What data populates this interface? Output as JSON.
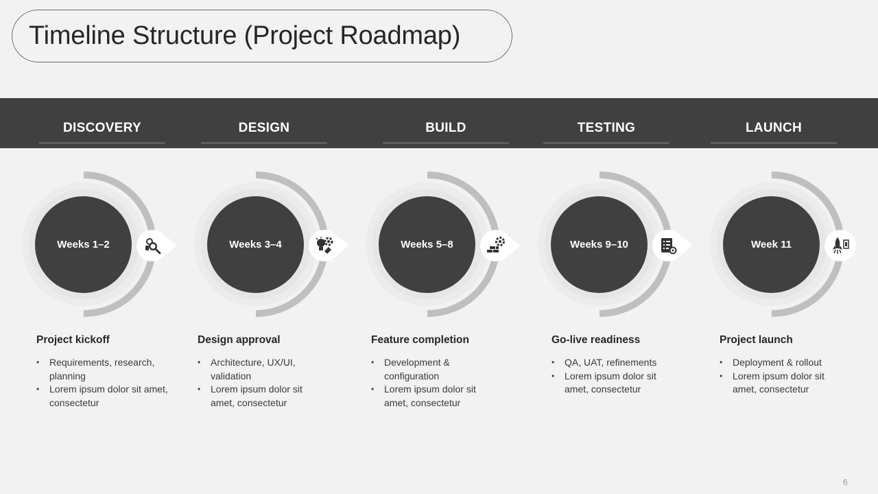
{
  "slide": {
    "title": "Timeline Structure (Project Roadmap)",
    "page_number": "6"
  },
  "colors": {
    "background": "#f2f2f2",
    "band": "#404040",
    "circle": "#404040",
    "arc": "#bfbfbf",
    "text_dark": "#262626"
  },
  "phases": [
    {
      "name": "DISCOVERY",
      "duration": "Weeks 1–2",
      "icon": "search-icon",
      "milestone": "Project kickoff",
      "bullets": [
        "Requirements, research, planning",
        "Lorem ipsum dolor sit amet, consectetur"
      ]
    },
    {
      "name": "DESIGN",
      "duration": "Weeks 3–4",
      "icon": "idea-gear-icon",
      "milestone": "Design approval",
      "bullets": [
        "Architecture, UX/UI, validation",
        "Lorem ipsum dolor sit amet, consectetur"
      ]
    },
    {
      "name": "BUILD",
      "duration": "Weeks 5–8",
      "icon": "bricks-gear-icon",
      "milestone": "Feature completion",
      "bullets": [
        "Development & configuration",
        "Lorem ipsum dolor sit amet, consectetur"
      ]
    },
    {
      "name": "TESTING",
      "duration": "Weeks 9–10",
      "icon": "checklist-icon",
      "milestone": "Go-live readiness",
      "bullets": [
        "QA, UAT, refinements",
        "Lorem ipsum dolor sit amet, consectetur"
      ]
    },
    {
      "name": "LAUNCH",
      "duration": "Week 11",
      "icon": "rocket-icon",
      "milestone": "Project launch",
      "bullets": [
        "Deployment & rollout",
        "Lorem ipsum dolor sit amet, consectetur"
      ]
    }
  ]
}
